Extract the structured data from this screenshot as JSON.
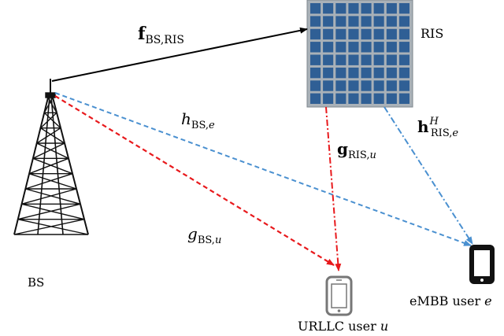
{
  "nodes": {
    "bs": {
      "label": "BS"
    },
    "ris": {
      "label": "RIS"
    },
    "urllc": {
      "label_prefix": "URLLC user ",
      "label_var": "u"
    },
    "embb": {
      "label_prefix": "eMBB user ",
      "label_var": "e"
    }
  },
  "links": {
    "f_bs_ris": {
      "symbol": "f",
      "sub": "BS,RIS",
      "style": "solid",
      "color": "#000000"
    },
    "h_bs_e": {
      "symbol": "h",
      "sub": "BS,",
      "sub_var": "e",
      "style": "dashed",
      "color": "#4a90d0"
    },
    "g_bs_u": {
      "symbol": "g",
      "sub": "BS,",
      "sub_var": "u",
      "style": "dashed",
      "color": "#e8191c"
    },
    "g_ris_u": {
      "symbol": "g",
      "sub": "RIS,",
      "sub_var": "u",
      "style": "dash-dot",
      "color": "#e8191c"
    },
    "h_ris_e": {
      "symbol": "h",
      "sub": "RIS,",
      "sub_var": "e",
      "sup": "H",
      "style": "dash-dot",
      "color": "#4a90d0"
    }
  },
  "colors": {
    "ris_panel": "#a9b1b8",
    "ris_element": "#2f5f95",
    "tower": "#111111",
    "red_link": "#e8191c",
    "blue_link": "#4a90d0"
  }
}
